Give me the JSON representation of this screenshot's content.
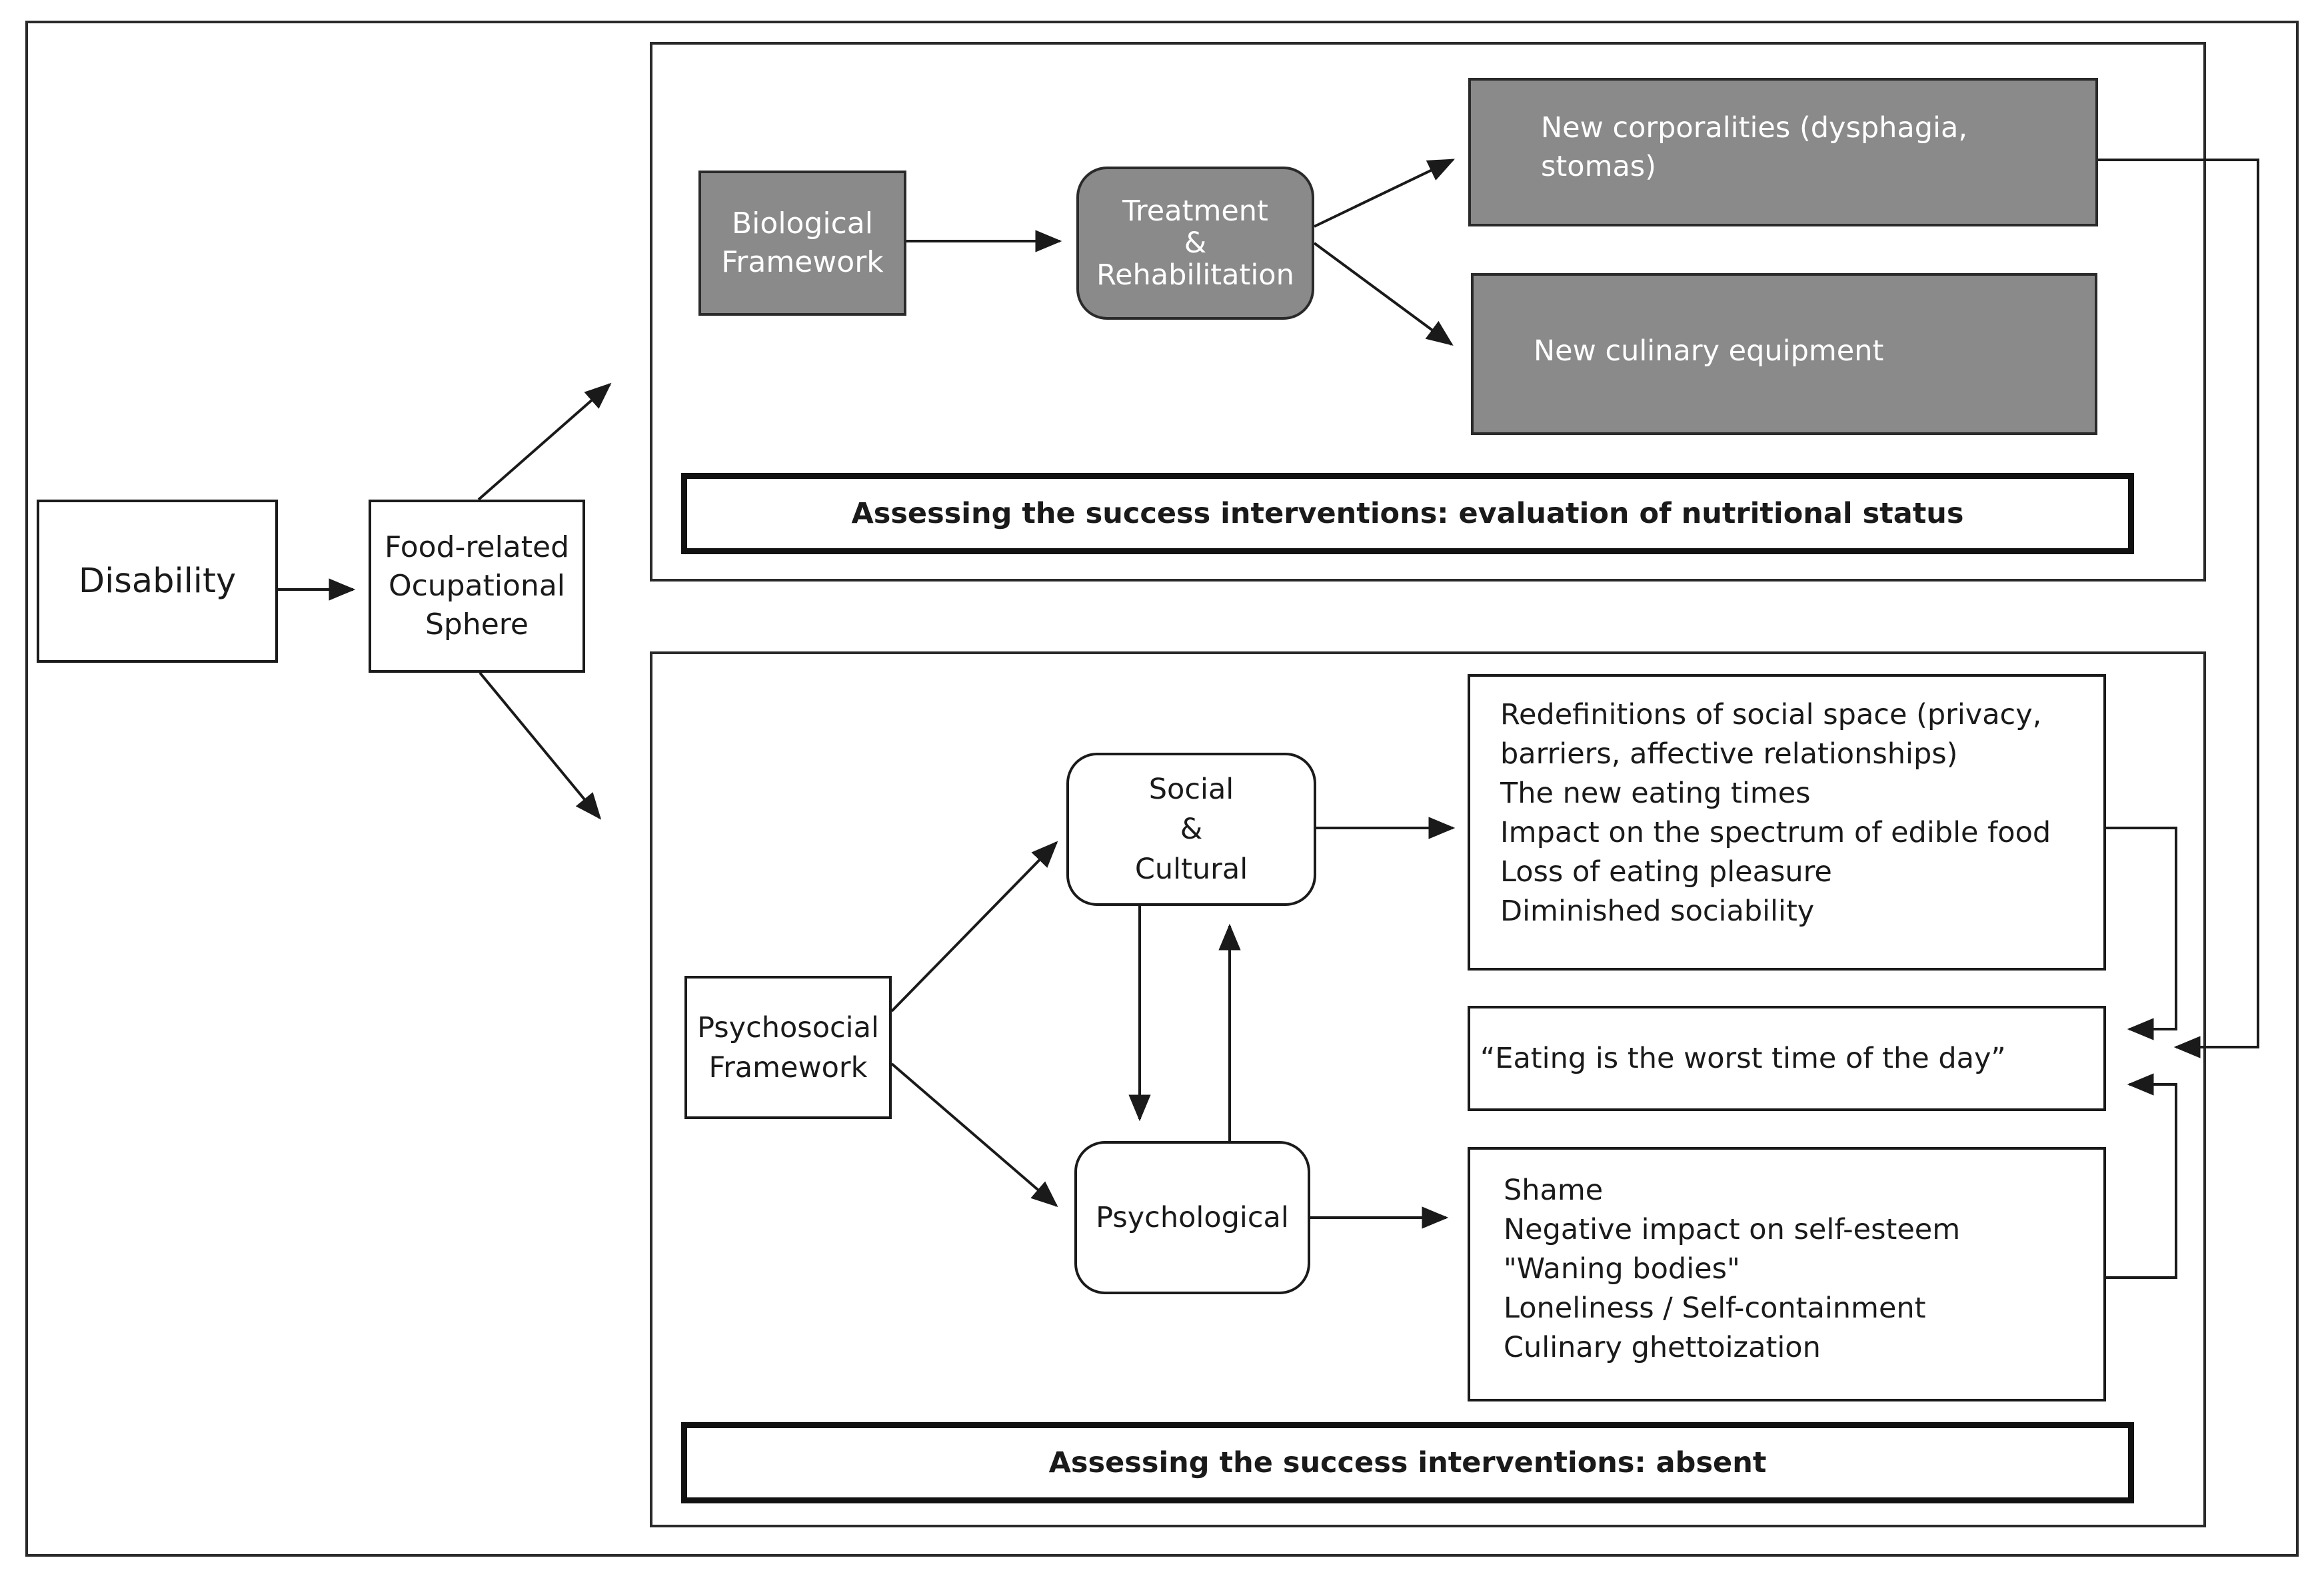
{
  "nodes": {
    "disability": "Disability",
    "food_sphere": [
      "Food-related",
      "Ocupational",
      "Sphere"
    ],
    "biological": [
      "Biological",
      "Framework"
    ],
    "treatment": [
      "Treatment",
      "&",
      "Rehabilitation"
    ],
    "corporalities": [
      "New corporalities (dysphagia,",
      "stomas)"
    ],
    "culinary_equipment": "New culinary equipment",
    "assess_bio": "Assessing the success interventions: evaluation of nutritional status",
    "psychosocial": [
      "Psychosocial",
      "Framework"
    ],
    "social_cultural": [
      "Social",
      "&",
      "Cultural"
    ],
    "psychological": "Psychological",
    "social_effects": [
      "Redefinitions of social space (privacy,",
      "barriers, affective relationships)",
      "The new eating times",
      "Impact on the spectrum of edible food",
      "Loss of eating pleasure",
      "Diminished sociability"
    ],
    "quote": "“Eating is the worst time of the day”",
    "psych_effects": [
      "Shame",
      "Negative impact on self-esteem",
      "\"Waning bodies\"",
      "Loneliness / Self-containment",
      "Culinary ghettoization"
    ],
    "assess_psycho": "Assessing the success interventions: absent"
  },
  "colors": {
    "grey_box": "#8a8a8a",
    "line": "#1a1a1a"
  }
}
